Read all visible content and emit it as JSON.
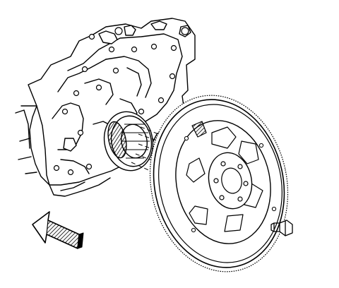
{
  "diagram": {
    "kind": "technical-line-illustration",
    "components": [
      {
        "name": "engine-block",
        "shown": true
      },
      {
        "name": "crankshaft-flange",
        "shown": true
      },
      {
        "name": "flywheel-ring-gear",
        "shown": true
      },
      {
        "name": "flywheel-bolt",
        "shown": true
      },
      {
        "name": "direction-arrow",
        "shown": true
      }
    ],
    "colors": {
      "line": "#000000",
      "background": "#ffffff"
    }
  }
}
